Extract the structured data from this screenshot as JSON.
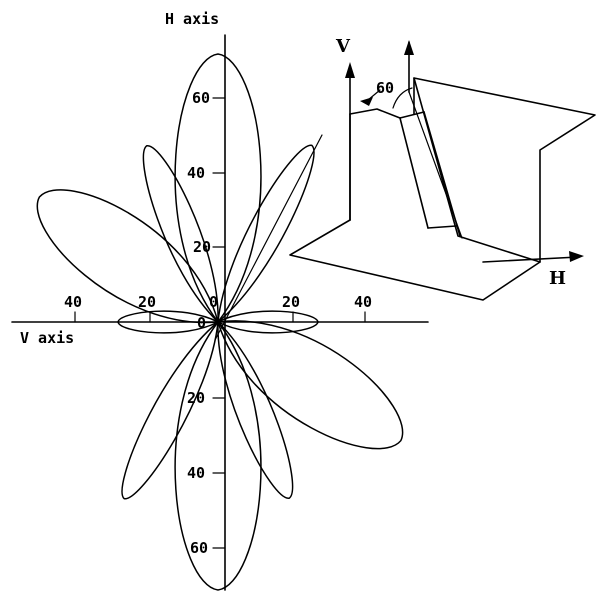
{
  "polar_plot": {
    "h_axis_label": "H axis",
    "v_axis_label": "V axis",
    "h_axis_ticks": [
      "60",
      "40",
      "20",
      "0",
      "20",
      "40",
      "60"
    ],
    "v_axis_ticks": [
      "40",
      "20",
      "0",
      "20",
      "40"
    ]
  },
  "inset_3d": {
    "v_label": "V",
    "h_label": "H",
    "angle_label": "60"
  }
}
